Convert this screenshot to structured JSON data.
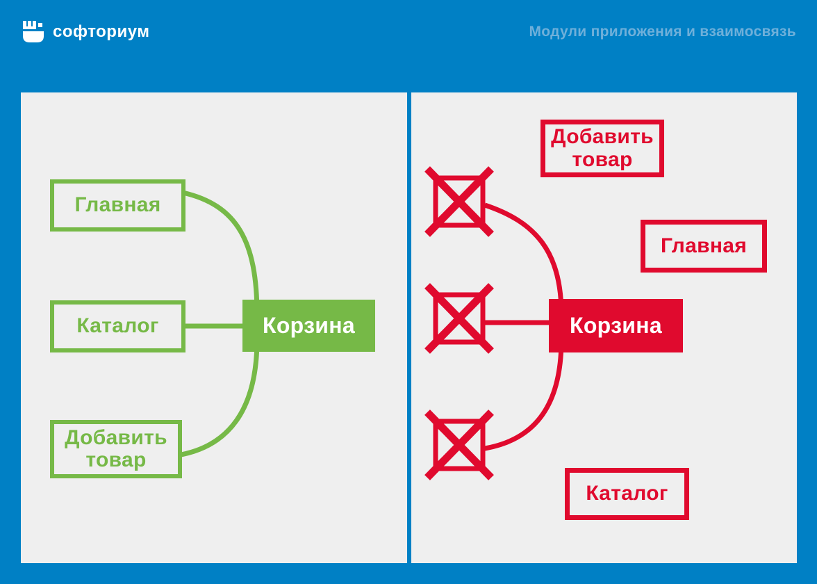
{
  "header": {
    "logo": {
      "text": "софториум",
      "icon": "fist-logo-icon"
    },
    "title": "Модули приложения и взаимосвязь"
  },
  "colors": {
    "background": "#0080c5",
    "panel_background": "#efefef",
    "green": "#76b947",
    "red": "#e00a2e",
    "white": "#ffffff",
    "header_title_text": "#6fb0da"
  },
  "panels": {
    "left": {
      "scheme": "green",
      "meaning": "correct-module-interconnection",
      "hub": {
        "label": "Корзина"
      },
      "modules": [
        {
          "label": "Главная"
        },
        {
          "label": "Каталог"
        },
        {
          "label": "Добавить товар"
        }
      ]
    },
    "right": {
      "scheme": "red",
      "meaning": "broken-module-interconnection",
      "hub": {
        "label": "Корзина"
      },
      "broken_nodes_count": 3,
      "floating_modules": [
        {
          "label": "Добавить товар"
        },
        {
          "label": "Главная"
        },
        {
          "label": "Каталог"
        }
      ]
    }
  }
}
